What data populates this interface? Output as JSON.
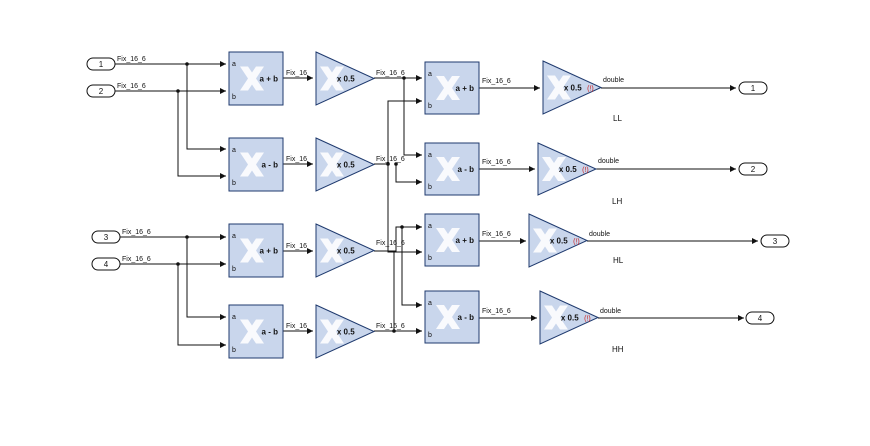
{
  "inports": [
    "1",
    "2",
    "3",
    "4"
  ],
  "outports": [
    "1",
    "2",
    "3",
    "4"
  ],
  "signal_types": {
    "in": "Fix_16_6",
    "stage1": "Fix_16",
    "stage2": "Fix_16_6",
    "stage3": "Fix_16_6",
    "out": "double"
  },
  "ops": {
    "add": "a + b",
    "sub": "a - b",
    "gain": "x 0.5",
    "port_a": "a",
    "port_b": "b",
    "overflow_mark": "(!)"
  },
  "outputs_labels": [
    "LL",
    "LH",
    "HL",
    "HH"
  ],
  "colors": {
    "block_fill": "#c9d6ec",
    "block_border": "#1f3a6e",
    "xilinx_logo": "#ffffff",
    "warning": "#cc2222"
  }
}
